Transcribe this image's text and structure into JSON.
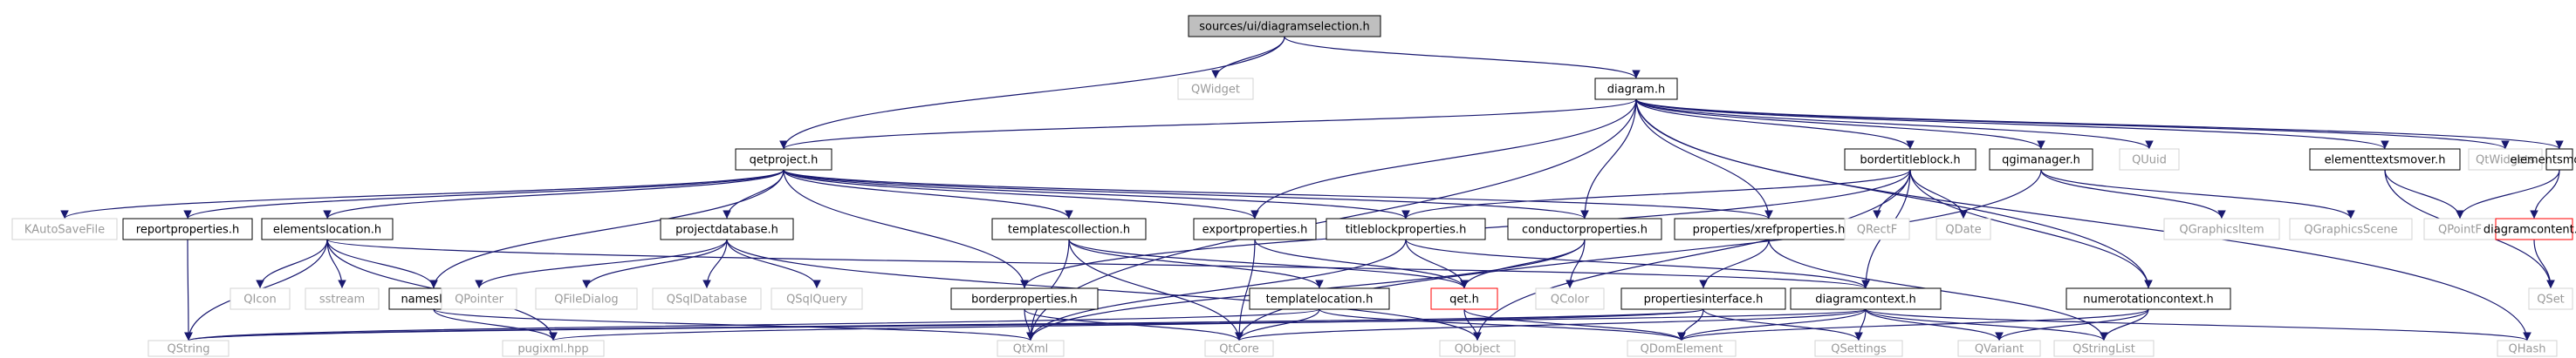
{
  "diagram": {
    "colors": {
      "edge": "#191970",
      "normal_fill": "#ffffff",
      "normal_stroke": "#000000",
      "normal_text": "#000000",
      "external_fill": "#ffffff",
      "external_stroke": "#d3d3d3",
      "external_text": "#9a9a9a",
      "root_fill": "#bfbfbf",
      "root_stroke": "#000000",
      "red_stroke": "#ff0000"
    },
    "nodes": [
      {
        "id": "root",
        "label": "sources/ui/diagramselection.h",
        "kind": "root"
      },
      {
        "id": "qwidget",
        "label": "QWidget",
        "kind": "external"
      },
      {
        "id": "qetproject",
        "label": "qetproject.h",
        "kind": "normal"
      },
      {
        "id": "diagram",
        "label": "diagram.h",
        "kind": "normal"
      },
      {
        "id": "kautosavefile",
        "label": "KAutoSaveFile",
        "kind": "external"
      },
      {
        "id": "reportproperties",
        "label": "reportproperties.h",
        "kind": "normal"
      },
      {
        "id": "elementslocation",
        "label": "elementslocation.h",
        "kind": "normal"
      },
      {
        "id": "projectdatabase",
        "label": "projectdatabase.h",
        "kind": "normal"
      },
      {
        "id": "templatescollection",
        "label": "templatescollection.h",
        "kind": "normal"
      },
      {
        "id": "exportproperties",
        "label": "exportproperties.h",
        "kind": "normal"
      },
      {
        "id": "titleblockproperties",
        "label": "titleblockproperties.h",
        "kind": "normal"
      },
      {
        "id": "conductorproperties",
        "label": "conductorproperties.h",
        "kind": "normal"
      },
      {
        "id": "xrefproperties",
        "label": "properties/xrefproperties.h",
        "kind": "normal"
      },
      {
        "id": "bordertitleblock",
        "label": "bordertitleblock.h",
        "kind": "normal"
      },
      {
        "id": "qgimanager",
        "label": "qgimanager.h",
        "kind": "normal"
      },
      {
        "id": "quuid",
        "label": "QUuid",
        "kind": "external"
      },
      {
        "id": "elementtextsmover",
        "label": "elementtextsmover.h",
        "kind": "normal"
      },
      {
        "id": "qtwidgets",
        "label": "QtWidgets",
        "kind": "external"
      },
      {
        "id": "elementsmover",
        "label": "elementsmover.h",
        "kind": "normal"
      },
      {
        "id": "qicon",
        "label": "QIcon",
        "kind": "external"
      },
      {
        "id": "sstream",
        "label": "sstream",
        "kind": "external"
      },
      {
        "id": "nameslist",
        "label": "nameslist.h",
        "kind": "normal"
      },
      {
        "id": "qpointer",
        "label": "QPointer",
        "kind": "external"
      },
      {
        "id": "qfiledialog",
        "label": "QFileDialog",
        "kind": "external"
      },
      {
        "id": "qsqldatabase",
        "label": "QSqlDatabase",
        "kind": "external"
      },
      {
        "id": "qsqlquery",
        "label": "QSqlQuery",
        "kind": "external"
      },
      {
        "id": "borderproperties",
        "label": "borderproperties.h",
        "kind": "normal"
      },
      {
        "id": "templatelocation",
        "label": "templatelocation.h",
        "kind": "normal"
      },
      {
        "id": "qet",
        "label": "qet.h",
        "kind": "red"
      },
      {
        "id": "qcolor",
        "label": "QColor",
        "kind": "external"
      },
      {
        "id": "propertiesinterface",
        "label": "propertiesinterface.h",
        "kind": "normal"
      },
      {
        "id": "diagramcontext",
        "label": "diagramcontext.h",
        "kind": "normal"
      },
      {
        "id": "qrectf",
        "label": "QRectF",
        "kind": "external"
      },
      {
        "id": "qdate",
        "label": "QDate",
        "kind": "external"
      },
      {
        "id": "numerotationcontext",
        "label": "numerotationcontext.h",
        "kind": "normal"
      },
      {
        "id": "qgraphicsitem",
        "label": "QGraphicsItem",
        "kind": "external"
      },
      {
        "id": "qgraphicsscene",
        "label": "QGraphicsScene",
        "kind": "external"
      },
      {
        "id": "qpointf",
        "label": "QPointF",
        "kind": "external"
      },
      {
        "id": "diagramcontent",
        "label": "diagramcontent.h",
        "kind": "red"
      },
      {
        "id": "qset",
        "label": "QSet",
        "kind": "external"
      },
      {
        "id": "qstring",
        "label": "QString",
        "kind": "external"
      },
      {
        "id": "pugixml",
        "label": "pugixml.hpp",
        "kind": "external"
      },
      {
        "id": "qtxml",
        "label": "QtXml",
        "kind": "external"
      },
      {
        "id": "qtcore",
        "label": "QtCore",
        "kind": "external"
      },
      {
        "id": "qobject",
        "label": "QObject",
        "kind": "external"
      },
      {
        "id": "qdomelement",
        "label": "QDomElement",
        "kind": "external"
      },
      {
        "id": "qsettings",
        "label": "QSettings",
        "kind": "external"
      },
      {
        "id": "qvariant",
        "label": "QVariant",
        "kind": "external"
      },
      {
        "id": "qstringlist",
        "label": "QStringList",
        "kind": "external"
      },
      {
        "id": "qhash",
        "label": "QHash",
        "kind": "external"
      }
    ],
    "edges": [
      [
        "root",
        "qwidget"
      ],
      [
        "root",
        "qetproject"
      ],
      [
        "root",
        "diagram"
      ],
      [
        "qetproject",
        "kautosavefile"
      ],
      [
        "qetproject",
        "reportproperties"
      ],
      [
        "qetproject",
        "elementslocation"
      ],
      [
        "qetproject",
        "nameslist"
      ],
      [
        "qetproject",
        "projectdatabase"
      ],
      [
        "qetproject",
        "borderproperties"
      ],
      [
        "qetproject",
        "templatescollection"
      ],
      [
        "qetproject",
        "exportproperties"
      ],
      [
        "qetproject",
        "titleblockproperties"
      ],
      [
        "qetproject",
        "conductorproperties"
      ],
      [
        "qetproject",
        "xrefproperties"
      ],
      [
        "diagram",
        "qetproject"
      ],
      [
        "diagram",
        "qtxml"
      ],
      [
        "diagram",
        "bordertitleblock"
      ],
      [
        "diagram",
        "qgimanager"
      ],
      [
        "diagram",
        "quuid"
      ],
      [
        "diagram",
        "elementtextsmover"
      ],
      [
        "diagram",
        "qtwidgets"
      ],
      [
        "diagram",
        "elementsmover"
      ],
      [
        "diagram",
        "qhash"
      ],
      [
        "diagram",
        "exportproperties"
      ],
      [
        "diagram",
        "conductorproperties"
      ],
      [
        "diagram",
        "xrefproperties"
      ],
      [
        "diagram",
        "numerotationcontext"
      ],
      [
        "reportproperties",
        "qstring"
      ],
      [
        "elementslocation",
        "qstring"
      ],
      [
        "elementslocation",
        "qicon"
      ],
      [
        "elementslocation",
        "sstream"
      ],
      [
        "elementslocation",
        "nameslist"
      ],
      [
        "elementslocation",
        "pugixml"
      ],
      [
        "elementslocation",
        "diagramcontext"
      ],
      [
        "nameslist",
        "pugixml"
      ],
      [
        "nameslist",
        "qtxml"
      ],
      [
        "projectdatabase",
        "qpointer"
      ],
      [
        "projectdatabase",
        "qfiledialog"
      ],
      [
        "projectdatabase",
        "qsqldatabase"
      ],
      [
        "projectdatabase",
        "qsqlquery"
      ],
      [
        "projectdatabase",
        "qobject"
      ],
      [
        "templatescollection",
        "qtxml"
      ],
      [
        "templatescollection",
        "qtcore"
      ],
      [
        "templatescollection",
        "templatelocation"
      ],
      [
        "templatescollection",
        "qet"
      ],
      [
        "exportproperties",
        "qtcore"
      ],
      [
        "exportproperties",
        "qet"
      ],
      [
        "titleblockproperties",
        "qet"
      ],
      [
        "titleblockproperties",
        "qtxml"
      ],
      [
        "titleblockproperties",
        "diagramcontext"
      ],
      [
        "conductorproperties",
        "qet"
      ],
      [
        "conductorproperties",
        "qcolor"
      ],
      [
        "conductorproperties",
        "qtxml"
      ],
      [
        "xrefproperties",
        "propertiesinterface"
      ],
      [
        "xrefproperties",
        "qstringlist"
      ],
      [
        "bordertitleblock",
        "qrectf"
      ],
      [
        "bordertitleblock",
        "qdate"
      ],
      [
        "bordertitleblock",
        "titleblockproperties"
      ],
      [
        "bordertitleblock",
        "borderproperties"
      ],
      [
        "bordertitleblock",
        "qobject"
      ],
      [
        "bordertitleblock",
        "diagramcontext"
      ],
      [
        "bordertitleblock",
        "numerotationcontext"
      ],
      [
        "qgimanager",
        "qgraphicsitem"
      ],
      [
        "qgimanager",
        "qgraphicsscene"
      ],
      [
        "qgimanager",
        "qtcore"
      ],
      [
        "elementtextsmover",
        "qpointf"
      ],
      [
        "elementtextsmover",
        "qset"
      ],
      [
        "elementsmover",
        "qpointf"
      ],
      [
        "elementsmover",
        "diagramcontent"
      ],
      [
        "diagramcontent",
        "qset"
      ],
      [
        "borderproperties",
        "qtxml"
      ],
      [
        "borderproperties",
        "qtcore"
      ],
      [
        "templatelocation",
        "qtcore"
      ],
      [
        "templatelocation",
        "qdomelement"
      ],
      [
        "templatelocation",
        "qstring"
      ],
      [
        "qet",
        "qobject"
      ],
      [
        "qet",
        "qdomelement"
      ],
      [
        "propertiesinterface",
        "qstring"
      ],
      [
        "propertiesinterface",
        "qsettings"
      ],
      [
        "propertiesinterface",
        "qdomelement"
      ],
      [
        "propertiesinterface",
        "pugixml"
      ],
      [
        "diagramcontext",
        "qstring"
      ],
      [
        "diagramcontext",
        "qtcore"
      ],
      [
        "diagramcontext",
        "qdomelement"
      ],
      [
        "diagramcontext",
        "qsettings"
      ],
      [
        "diagramcontext",
        "qvariant"
      ],
      [
        "diagramcontext",
        "qstringlist"
      ],
      [
        "diagramcontext",
        "qhash"
      ],
      [
        "numerotationcontext",
        "qdomelement"
      ],
      [
        "numerotationcontext",
        "qvariant"
      ],
      [
        "numerotationcontext",
        "qstringlist"
      ]
    ]
  }
}
